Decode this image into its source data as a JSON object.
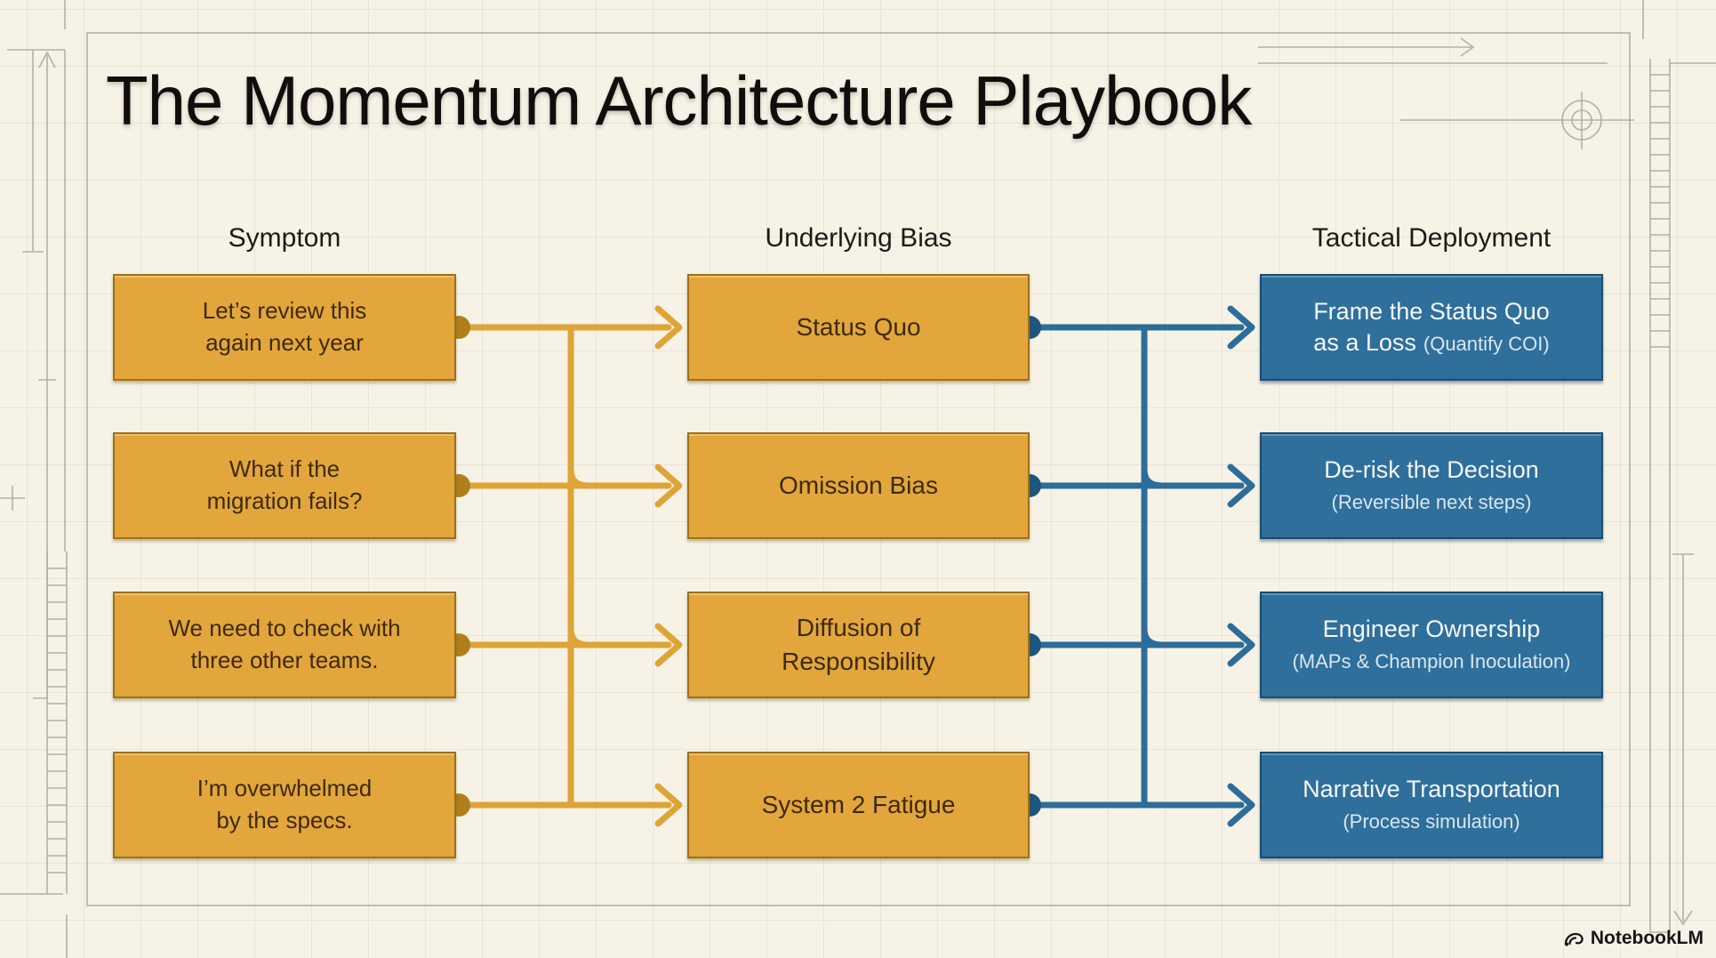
{
  "title": "The Momentum Architecture Playbook",
  "columns": [
    {
      "header": "Symptom"
    },
    {
      "header": "Underlying Bias"
    },
    {
      "header": "Tactical Deployment"
    }
  ],
  "rows": [
    {
      "symptom": {
        "line1": "Let’s review this",
        "line2": "again next year"
      },
      "bias": {
        "line1": "Status Quo",
        "line2": ""
      },
      "deployment": {
        "line1": "Frame the Status Quo",
        "line2_main": "as a Loss",
        "line2_small": "(Quantify COI)"
      }
    },
    {
      "symptom": {
        "line1": "What if the",
        "line2": "migration fails?"
      },
      "bias": {
        "line1": "Omission Bias",
        "line2": ""
      },
      "deployment": {
        "line1": "De-risk the Decision",
        "line2_main": "",
        "line2_small": "(Reversible next steps)"
      }
    },
    {
      "symptom": {
        "line1": "We need to check with",
        "line2": "three other teams."
      },
      "bias": {
        "line1": "Diffusion of",
        "line2": "Responsibility"
      },
      "deployment": {
        "line1": "Engineer Ownership",
        "line2_main": "",
        "line2_small": "(MAPs & Champion Inoculation)"
      }
    },
    {
      "symptom": {
        "line1": "I’m overwhelmed",
        "line2": "by the specs."
      },
      "bias": {
        "line1": "System 2 Fatigue",
        "line2": ""
      },
      "deployment": {
        "line1": "Narrative Transportation",
        "line2_main": "",
        "line2_small": "(Process simulation)"
      }
    }
  ],
  "watermark": {
    "label": "NotebookLM"
  },
  "colors": {
    "background": "#F6F2E6",
    "symptom_bias_fill": "#E2A63C",
    "symptom_bias_border": "#9C7116",
    "symptom_bias_text": "#3E2A0C",
    "deployment_fill": "#2F6F9B",
    "deployment_border": "#1A4C70",
    "deployment_text": "#F4F8FB",
    "connector_gold": "#DFA437",
    "connector_blue": "#2D6D99",
    "dot_gold": "#B07F1C",
    "dot_blue": "#1D567F"
  }
}
